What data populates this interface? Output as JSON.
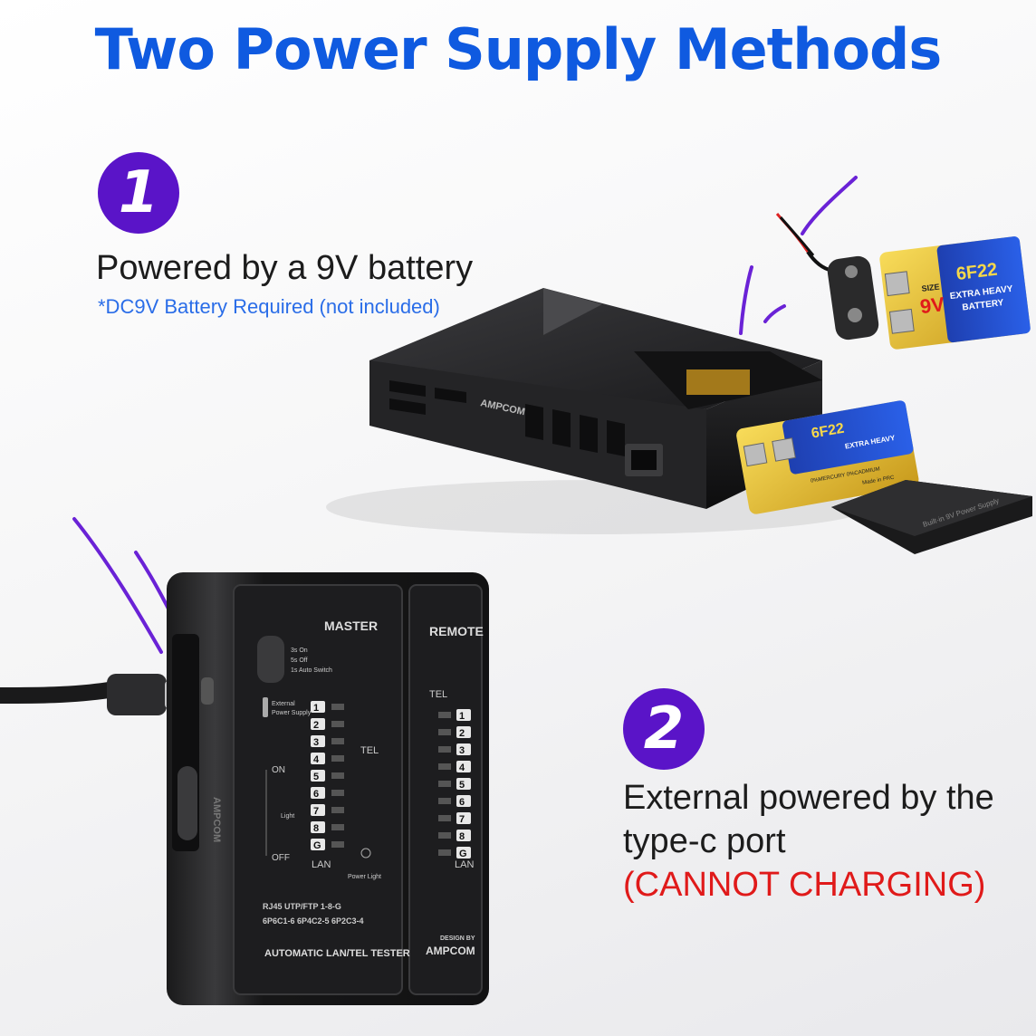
{
  "title": "Two Power Supply Methods",
  "method1": {
    "number": "1",
    "caption": "Powered by a 9V battery",
    "note": "*DC9V Battery Required (not included)"
  },
  "method2": {
    "number": "2",
    "caption_line1": "External powered by the",
    "caption_line2": "type-c port",
    "warning": "(CANNOT CHARGING)"
  },
  "battery": {
    "size": "SIZE",
    "voltage": "9V",
    "model": "6F22",
    "type_line1": "EXTRA HEAVY",
    "type_line2": "BATTERY",
    "mercury": "0%MERCURY 0%CADMIUM",
    "origin": "Made in PRC",
    "cover_text": "Built-in 9V Power Supply"
  },
  "small_unit": {
    "brand": "AMPCOM"
  },
  "tester": {
    "master_label": "MASTER",
    "remote_label": "REMOTE",
    "switch_modes": [
      "3s On",
      "5s Off",
      "1s Auto Switch"
    ],
    "external_label_1": "External",
    "external_label_2": "Power Supply",
    "on": "ON",
    "off": "OFF",
    "light": "Light",
    "tel": "TEL",
    "lan": "LAN",
    "power_light": "Power Light",
    "pins": [
      "1",
      "2",
      "3",
      "4",
      "5",
      "6",
      "7",
      "8",
      "G"
    ],
    "spec_line1": "RJ45 UTP/FTP 1-8-G",
    "spec_line2": "6P6C1-6  6P4C2-5  6P2C3-4",
    "product_name": "AUTOMATIC LAN/TEL TESTER",
    "design_by": "DESIGN BY",
    "brand": "AMPCOM",
    "side_brand": "AMPCOM"
  },
  "colors": {
    "title_blue": "#0f5ae0",
    "badge_purple": "#5a14c8",
    "warning_red": "#e01a1a",
    "note_blue": "#2a6de8"
  }
}
